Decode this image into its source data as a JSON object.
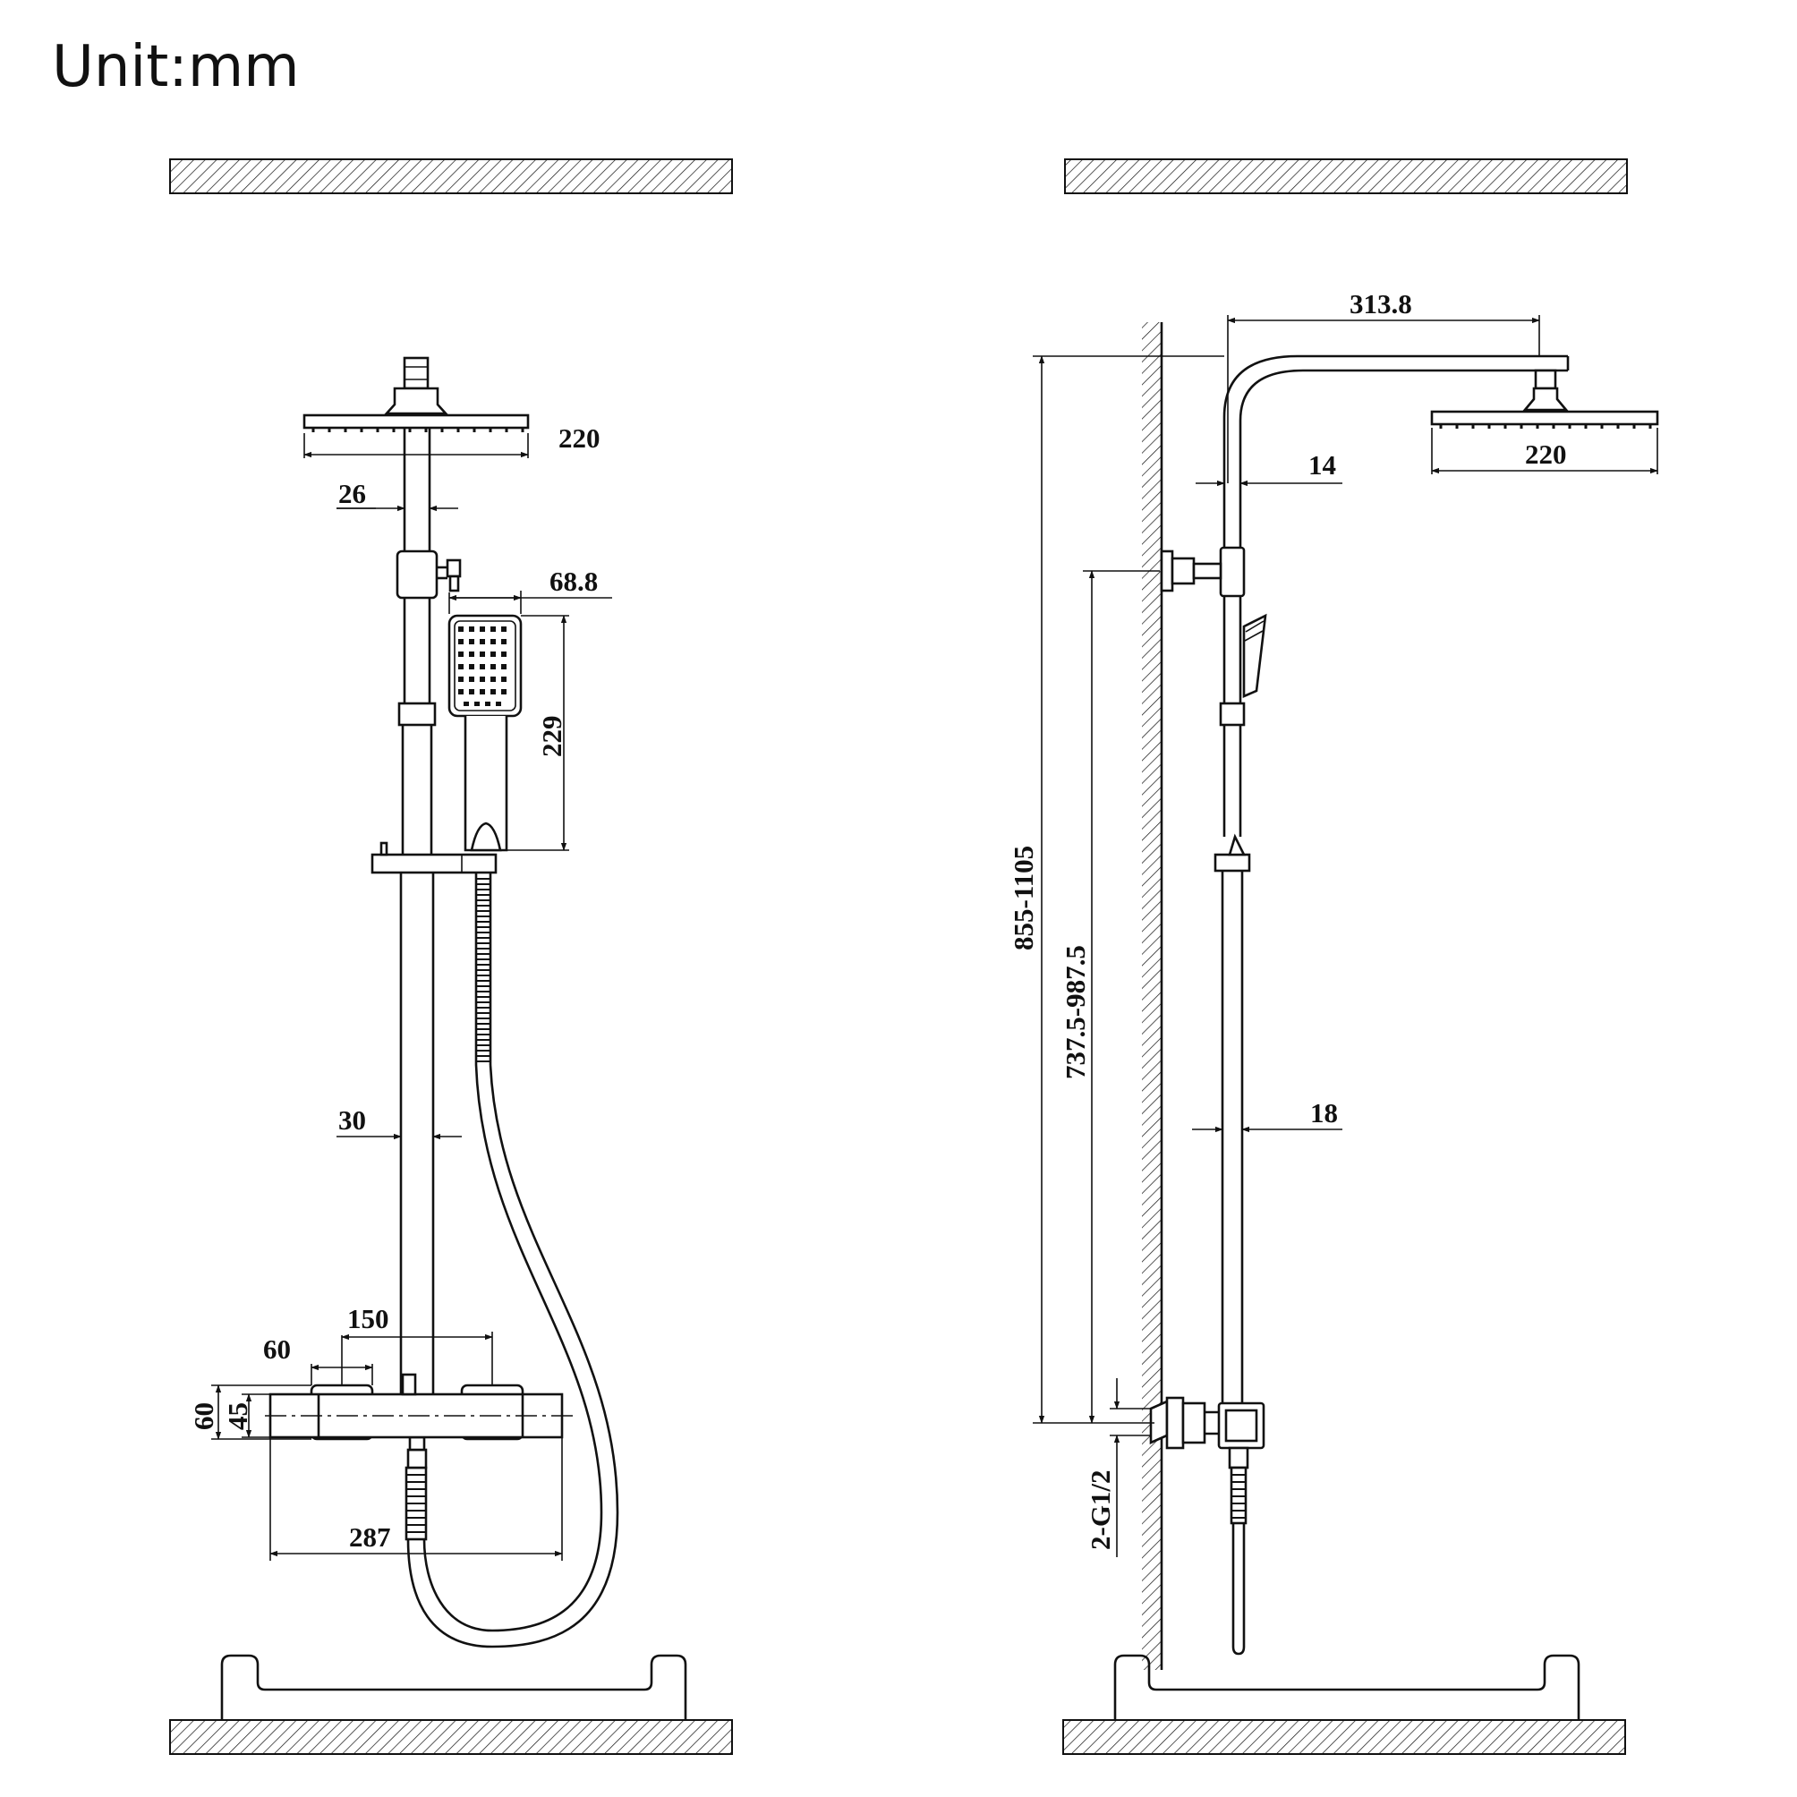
{
  "unit_label": "Unit:mm",
  "front_view": {
    "dim_head_width": "220",
    "dim_upper_pipe": "26",
    "dim_hand_width": "68.8",
    "dim_hand_length": "229",
    "dim_lower_pipe": "30",
    "dim_inlet_spacing": "150",
    "dim_elbow_width": "60",
    "dim_body_height_outer": "60",
    "dim_body_height_inner": "45",
    "dim_body_length": "287"
  },
  "side_view": {
    "dim_arm_reach": "313.8",
    "dim_head_width": "220",
    "dim_upper_pipe": "14",
    "dim_total_height": "855-1105",
    "dim_bracket_height": "737.5-987.5",
    "dim_lower_pipe": "18",
    "dim_inlet_thread": "2-G1/2"
  }
}
